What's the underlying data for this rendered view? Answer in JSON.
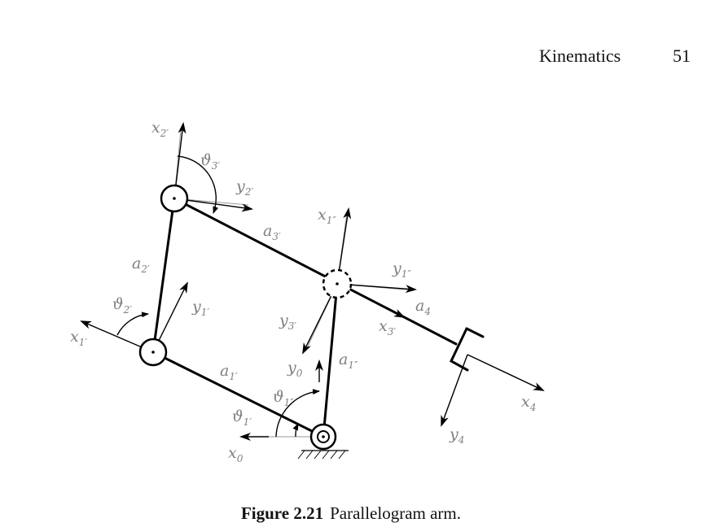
{
  "header": {
    "title": "Kinematics",
    "page": "51"
  },
  "caption": {
    "number": "Figure 2.21",
    "text": "Parallelogram arm."
  },
  "diagram": {
    "labels": {
      "x2p": {
        "base": "x",
        "sub": "2′"
      },
      "th3p": {
        "base": "ϑ",
        "sub": "3′"
      },
      "y2p": {
        "base": "y",
        "sub": "2′"
      },
      "a3p": {
        "base": "a",
        "sub": "3′"
      },
      "x1pp": {
        "base": "x",
        "sub": "1″"
      },
      "y1pp": {
        "base": "y",
        "sub": "1″"
      },
      "a2p": {
        "base": "a",
        "sub": "2′"
      },
      "th2p": {
        "base": "ϑ",
        "sub": "2′"
      },
      "y1p": {
        "base": "y",
        "sub": "1′"
      },
      "x1p": {
        "base": "x",
        "sub": "1′"
      },
      "y3p": {
        "base": "y",
        "sub": "3′"
      },
      "a4": {
        "base": "a",
        "sub": "4"
      },
      "x3p": {
        "base": "x",
        "sub": "3′"
      },
      "a1p": {
        "base": "a",
        "sub": "1′"
      },
      "y0": {
        "base": "y",
        "sub": "0"
      },
      "a1pp": {
        "base": "a",
        "sub": "1″"
      },
      "th1pp": {
        "base": "ϑ",
        "sub": "1″"
      },
      "th1p": {
        "base": "ϑ",
        "sub": "1′"
      },
      "x0": {
        "base": "x",
        "sub": "0"
      },
      "x4": {
        "base": "x",
        "sub": "4"
      },
      "y4": {
        "base": "y",
        "sub": "4"
      }
    }
  }
}
